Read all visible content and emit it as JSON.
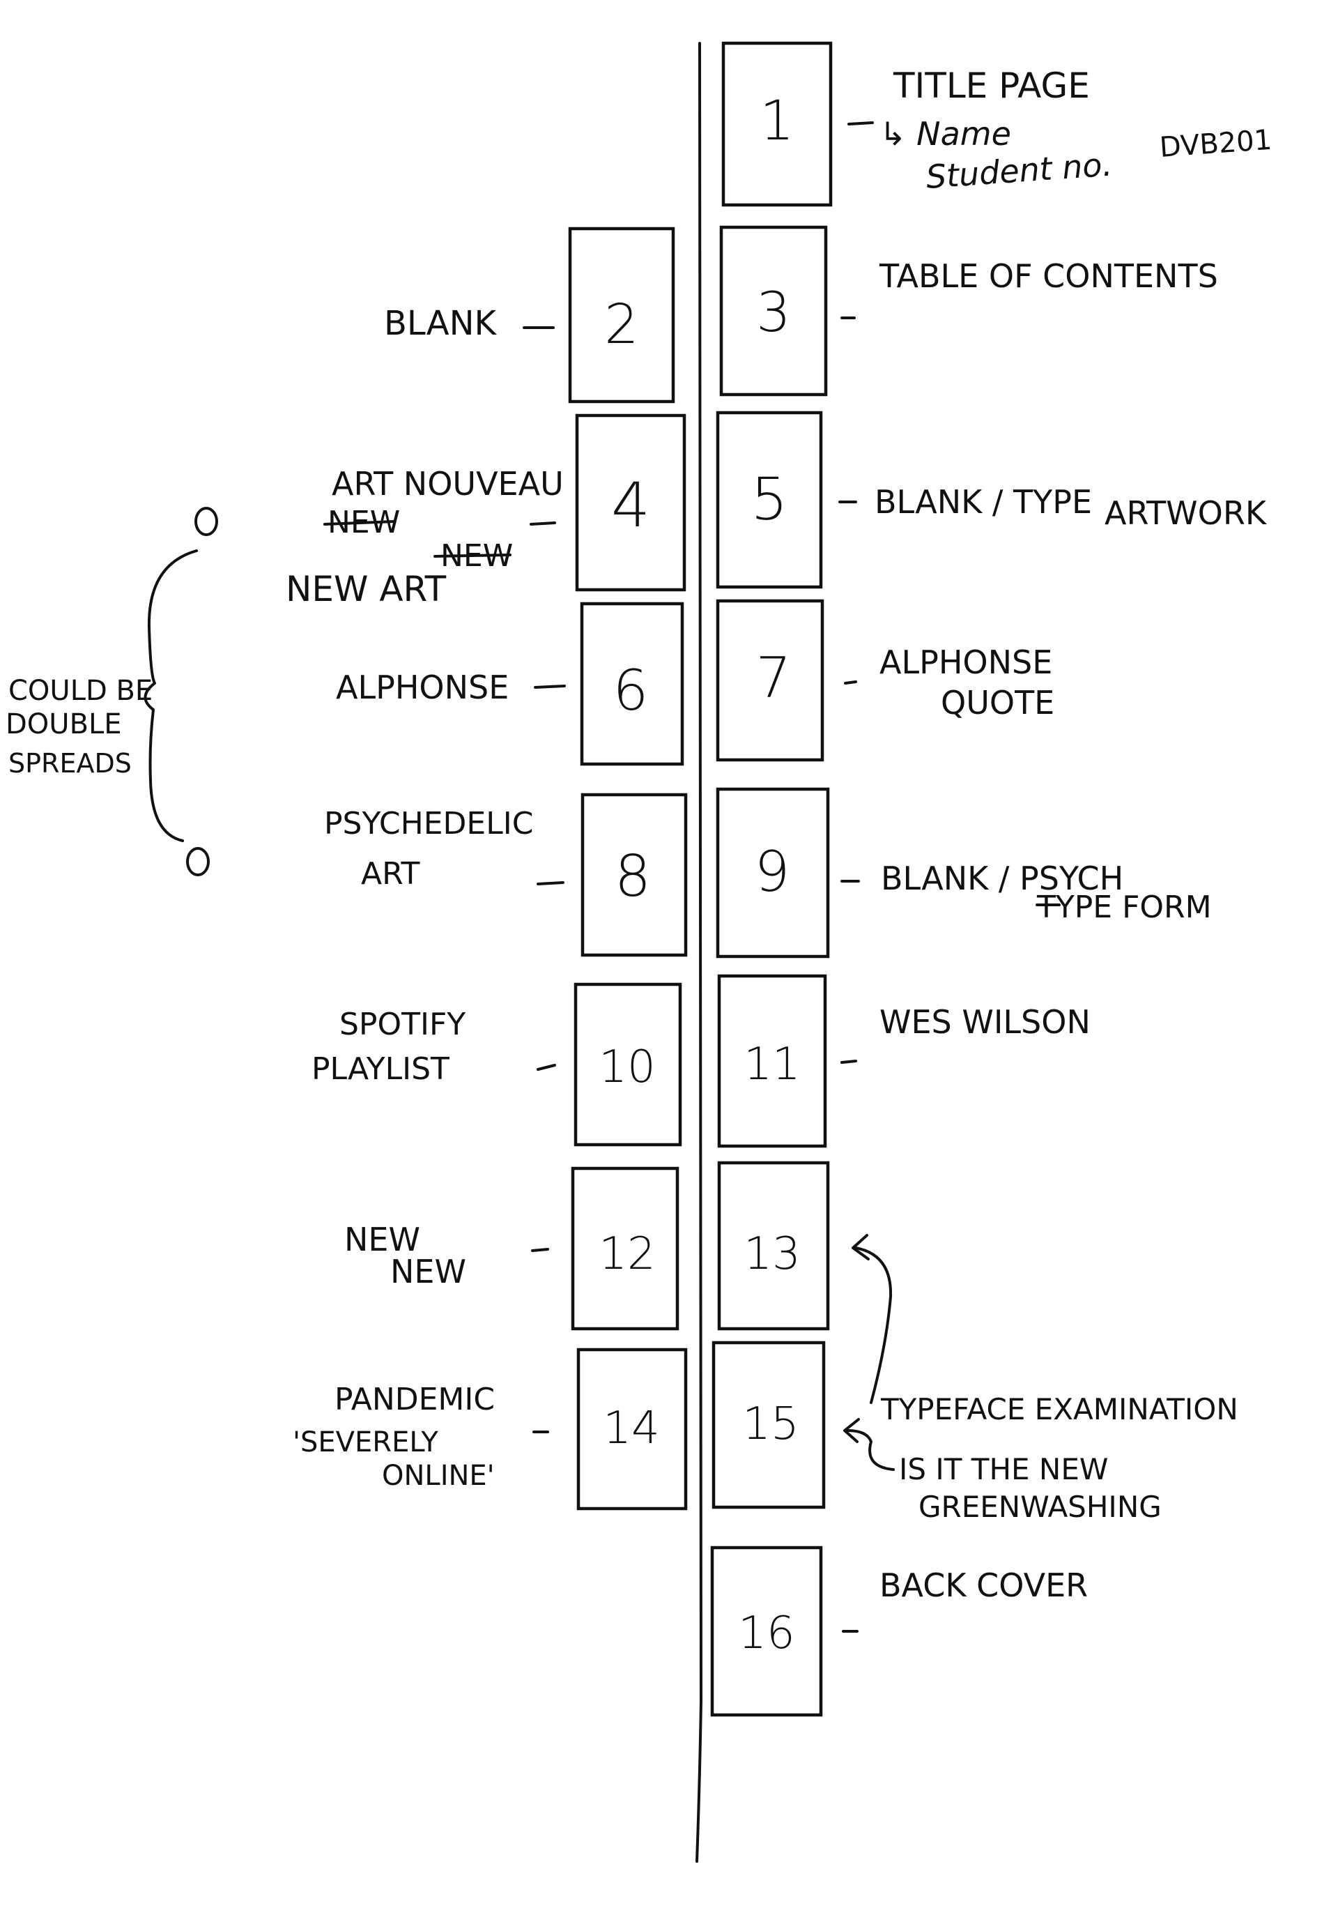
{
  "pages": [
    {
      "number": "1"
    },
    {
      "number": "2"
    },
    {
      "number": "3"
    },
    {
      "number": "4"
    },
    {
      "number": "5"
    },
    {
      "number": "6"
    },
    {
      "number": "7"
    },
    {
      "number": "8"
    },
    {
      "number": "9"
    },
    {
      "number": "10"
    },
    {
      "number": "11"
    },
    {
      "number": "12"
    },
    {
      "number": "13"
    },
    {
      "number": "14"
    },
    {
      "number": "15"
    },
    {
      "number": "16"
    }
  ],
  "labels": {
    "title_page": "TITLE PAGE",
    "name": "↳ Name",
    "student_no": "Student no.",
    "student_code": "DVB201",
    "table_of_contents": "TABLE OF CONTENTS",
    "blank_2": "BLANK",
    "art_nouveau": "ART NOUVEAU",
    "struck_new_1": "NEW",
    "struck_new_2": "NEW",
    "new_art": "NEW ART",
    "blank_type_1": "BLANK / TYPE",
    "blank_type_2": "ARTWORK",
    "alphonse": "ALPHONSE",
    "alphonse_quote_1": "ALPHONSE",
    "alphonse_quote_2": "QUOTE",
    "psychedelic_1": "PSYCHEDELIC",
    "psychedelic_2": "ART",
    "blank_psych_1": "BLANK / PSYCH",
    "blank_psych_2": "TYPE FORM",
    "spotify_1": "SPOTIFY",
    "spotify_2": "PLAYLIST",
    "wes_wilson": "WES WILSON",
    "new_new_1": "NEW",
    "new_new_2": "NEW",
    "pandemic_1": "PANDEMIC",
    "pandemic_2": "'SEVERELY",
    "pandemic_3": "ONLINE'",
    "typeface_exam": "TYPEFACE EXAMINATION",
    "greenwashing_1": "IS IT THE NEW",
    "greenwashing_2": "GREENWASHING",
    "back_cover": "BACK COVER",
    "double_1": "COULD BE",
    "double_2": "DOUBLE",
    "double_3": "SPREADS"
  }
}
